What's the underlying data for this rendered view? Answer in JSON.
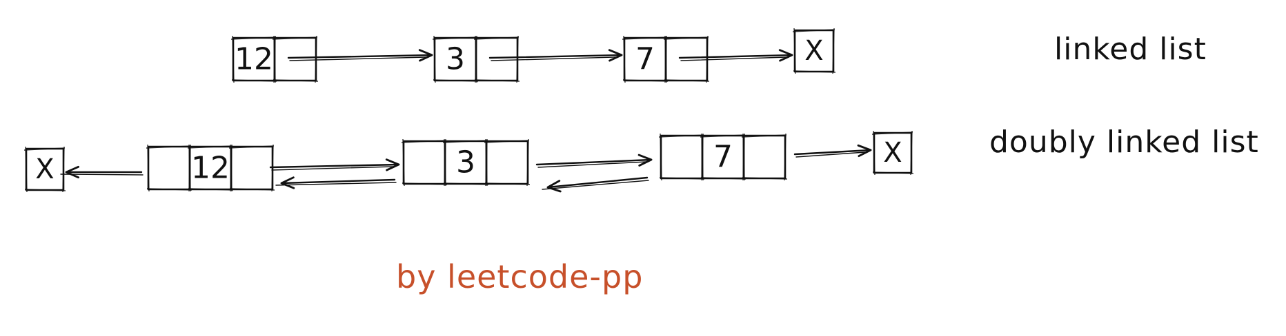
{
  "singly_linked": {
    "label": "linked list",
    "nodes": [
      "12",
      "3",
      "7"
    ],
    "null_marker": "X"
  },
  "doubly_linked": {
    "label": "doubly linked list",
    "nodes": [
      "12",
      "3",
      "7"
    ],
    "null_marker_left": "X",
    "null_marker_right": "X"
  },
  "credit": {
    "text": "by leetcode-pp",
    "color": "#c7502a"
  }
}
